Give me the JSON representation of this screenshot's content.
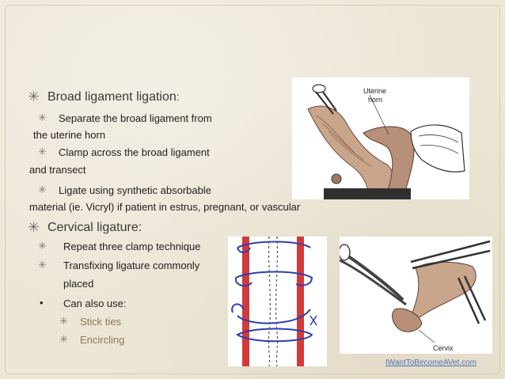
{
  "slide": {
    "sections": [
      {
        "heading": "Broad ligament ligation",
        "heading_suffix": ":",
        "items": [
          {
            "line1": "Separate the broad ligament from",
            "line2": "the uterine horn"
          },
          {
            "line1": "Clamp across the broad ligament",
            "line2": "and transect"
          },
          {
            "line1": "Ligate using synthetic absorbable",
            "line2": "material (ie. Vicryl) if patient in estrus, pregnant, or vascular"
          }
        ]
      },
      {
        "heading": "Cervical ligature:",
        "items": [
          {
            "line1": "Repeat three clamp technique"
          },
          {
            "line1": "Transfixing ligature commonly",
            "line2": "placed"
          },
          {
            "line1": "Can also use:"
          }
        ],
        "subitems": [
          "Stick ties",
          "Encircling"
        ]
      }
    ],
    "figures": {
      "uterine_label_1": "Uterine",
      "uterine_label_2": "horn",
      "cervix_label": "Cervix"
    },
    "footer_link": "IWantToBecomeAVet.com"
  }
}
